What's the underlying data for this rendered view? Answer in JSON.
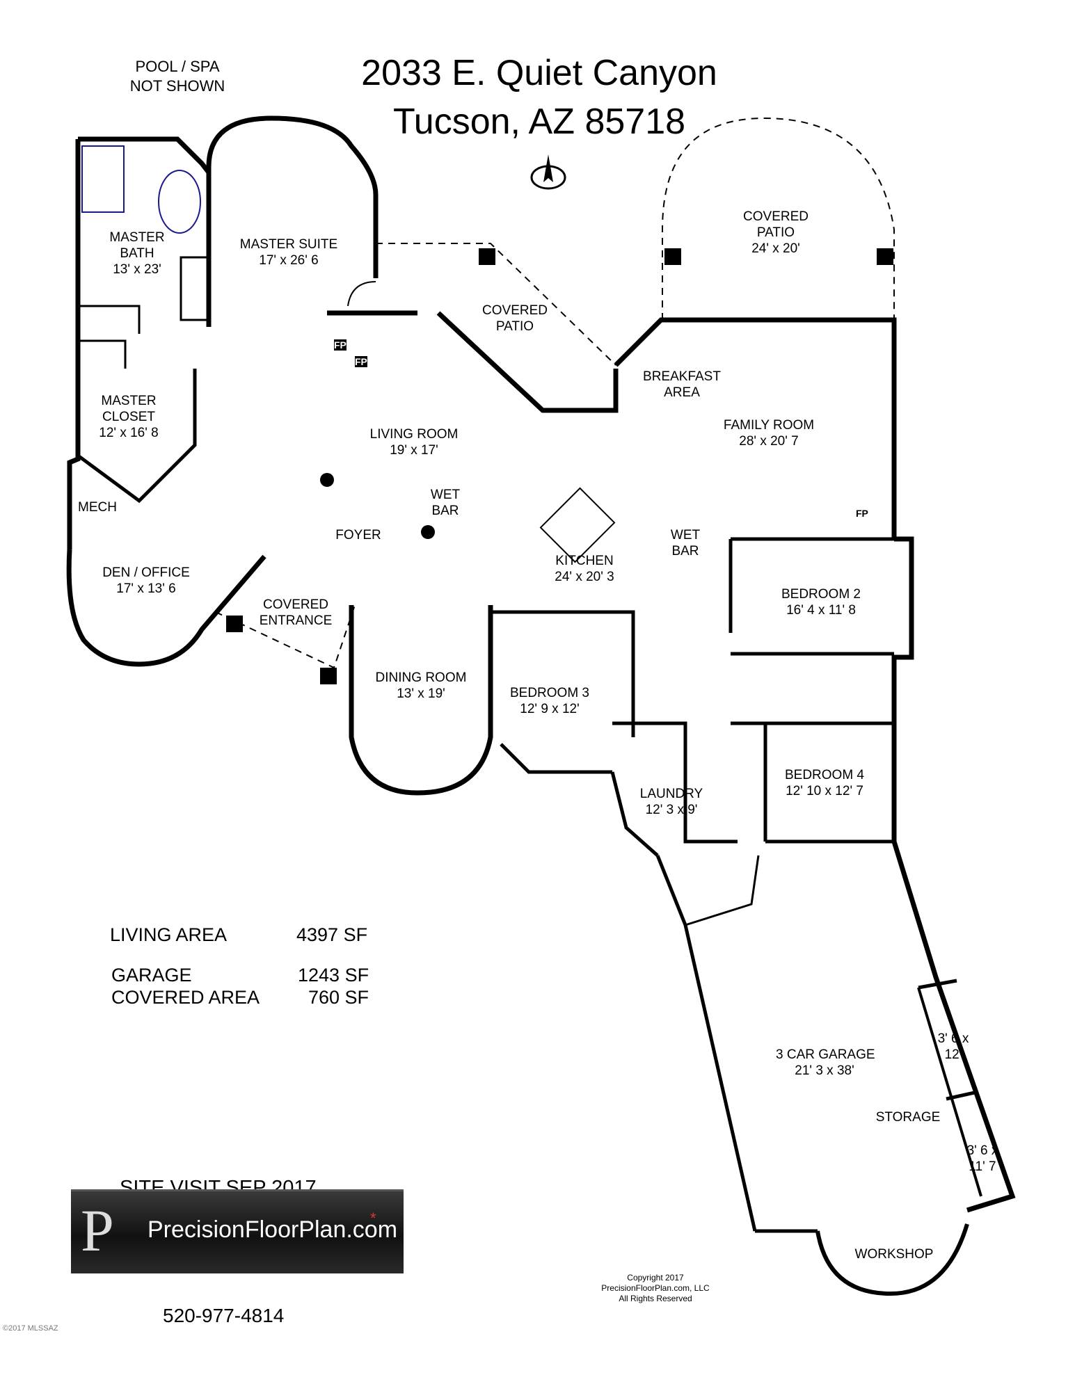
{
  "header": {
    "address_line1": "2033 E. Quiet Canyon",
    "address_line2": "Tucson, AZ  85718",
    "pool_note_line1": "POOL / SPA",
    "pool_note_line2": "NOT SHOWN"
  },
  "rooms": {
    "master_bath": {
      "name": "MASTER\nBATH",
      "dims": "13' x 23'"
    },
    "master_suite": {
      "name": "MASTER SUITE",
      "dims": "17' x 26' 6"
    },
    "covered_patio_center": {
      "name": "COVERED\nPATIO"
    },
    "covered_patio_right": {
      "name": "COVERED\nPATIO",
      "dims": "24' x 20'"
    },
    "master_closet": {
      "name": "MASTER\nCLOSET",
      "dims": "12' x 16' 8"
    },
    "living_room": {
      "name": "LIVING ROOM",
      "dims": "19' x 17'"
    },
    "breakfast_area": {
      "name": "BREAKFAST\nAREA"
    },
    "family_room": {
      "name": "FAMILY ROOM",
      "dims": "28' x 20' 7"
    },
    "mech": {
      "name": "MECH"
    },
    "wet_bar_left": {
      "name": "WET\nBAR"
    },
    "wet_bar_right": {
      "name": "WET\nBAR"
    },
    "foyer": {
      "name": "FOYER"
    },
    "den_office": {
      "name": "DEN / OFFICE",
      "dims": "17' x 13' 6"
    },
    "kitchen": {
      "name": "KITCHEN",
      "dims": "24' x 20' 3"
    },
    "bedroom2": {
      "name": "BEDROOM 2",
      "dims": "16' 4 x 11' 8"
    },
    "covered_entrance": {
      "name": "COVERED\nENTRANCE"
    },
    "dining_room": {
      "name": "DINING ROOM",
      "dims": "13' x 19'"
    },
    "bedroom3": {
      "name": "BEDROOM 3",
      "dims": "12' 9 x 12'"
    },
    "bedroom4": {
      "name": "BEDROOM 4",
      "dims": "12' 10 x 12' 7"
    },
    "laundry": {
      "name": "LAUNDRY",
      "dims": "12' 3 x 9'"
    },
    "garage": {
      "name": "3 CAR GARAGE",
      "dims": "21' 3 x 38'"
    },
    "storage": {
      "name": "STORAGE"
    },
    "storage1": {
      "dims": "3' 6 x\n12'"
    },
    "storage2": {
      "dims": "3' 6 x\n11' 7"
    },
    "workshop": {
      "name": "WORKSHOP"
    },
    "fp1": "FP",
    "fp2": "FP",
    "fp3": "FP"
  },
  "areas": [
    {
      "label": "LIVING AREA",
      "value": "4397 SF"
    },
    {
      "label": "GARAGE",
      "value": "1243 SF"
    },
    {
      "label": "COVERED AREA",
      "value": "760 SF"
    }
  ],
  "footer": {
    "site_visit": "SITE VISIT  SEP 2017",
    "logo_text": "PrecisionFloorPlan.com",
    "phone": "520-977-4814",
    "copyright_line1": "Copyright 2017",
    "copyright_line2": "PrecisionFloorPlan.com, LLC",
    "copyright_line3": "All Rights Reserved",
    "watermark": "©2017 MLSSAZ"
  },
  "colors": {
    "wall": "#000000",
    "fixture": "#1a1a8c",
    "background": "#ffffff"
  }
}
